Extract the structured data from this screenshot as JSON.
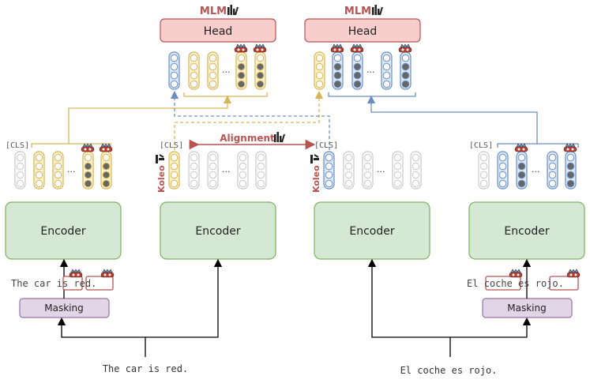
{
  "heads": {
    "mlm_label": "MLM",
    "head_label": "Head"
  },
  "encoders": {
    "label": "Encoder"
  },
  "tokens": {
    "cls": "[CLS]",
    "dots": "..."
  },
  "alignment": {
    "label": "Alignment"
  },
  "koleo": {
    "label": "Koleo"
  },
  "masking": {
    "label": "Masking"
  },
  "sentences": {
    "en": "The car is red.",
    "es": "El coche es rojo.",
    "en_masked": {
      "pre": "The car ",
      "m1": "is",
      "mid": " ",
      "m2": "red",
      "post": "."
    },
    "es_masked": {
      "pre": "El ",
      "m1": "coche",
      "mid": " es ",
      "m2": "rojo",
      "post": "."
    }
  },
  "colors": {
    "yellow": "#d6b656",
    "yellow_fill": "#fff2cc",
    "blue": "#6c8ebf",
    "blue_fill": "#dae8fc",
    "red": "#b85450",
    "red_fill": "#f8cecc",
    "green": "#82b366",
    "green_fill": "#d5e8d4",
    "purple": "#9673a6",
    "purple_fill": "#e1d5e7",
    "gray": "#c8c8c8",
    "masked": "#666666"
  }
}
